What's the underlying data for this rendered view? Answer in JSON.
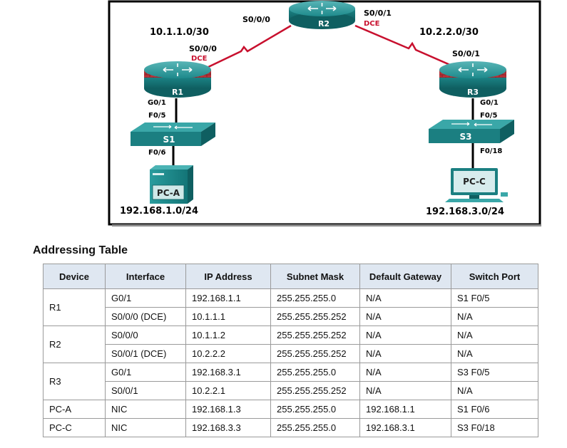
{
  "topology": {
    "devices": {
      "r1": "R1",
      "r2": "R2",
      "r3": "R3",
      "s1": "S1",
      "s3": "S3",
      "pca": "PC-A",
      "pcc": "PC-C"
    },
    "interfaces": {
      "r2_s000": "S0/0/0",
      "r2_s001": "S0/0/1",
      "r2_dce": "DCE",
      "r1_s000": "S0/0/0",
      "r1_dce": "DCE",
      "r3_s001": "S0/0/1",
      "r1_g01": "G0/1",
      "s1_f05": "F0/5",
      "s1_f06": "F0/6",
      "r3_g01": "G0/1",
      "s3_f05": "F0/5",
      "s3_f018": "F0/18"
    },
    "networks": {
      "net1": "10.1.1.0/30",
      "net2": "10.2.2.0/30",
      "lan_a": "192.168.1.0/24",
      "lan_c": "192.168.3.0/24"
    },
    "colors": {
      "serial_link": "#c8102e",
      "dce_label": "#c8102e",
      "router_teal": "#1f8f91",
      "frame": "#000000"
    }
  },
  "table": {
    "title": "Addressing Table",
    "headers": [
      "Device",
      "Interface",
      "IP Address",
      "Subnet Mask",
      "Default Gateway",
      "Switch Port"
    ],
    "groups": [
      {
        "device": "R1",
        "rows": [
          [
            "G0/1",
            "192.168.1.1",
            "255.255.255.0",
            "N/A",
            "S1 F0/5"
          ],
          [
            "S0/0/0 (DCE)",
            "10.1.1.1",
            "255.255.255.252",
            "N/A",
            "N/A"
          ]
        ]
      },
      {
        "device": "R2",
        "rows": [
          [
            "S0/0/0",
            "10.1.1.2",
            "255.255.255.252",
            "N/A",
            "N/A"
          ],
          [
            "S0/0/1 (DCE)",
            "10.2.2.2",
            "255.255.255.252",
            "N/A",
            "N/A"
          ]
        ]
      },
      {
        "device": "R3",
        "rows": [
          [
            "G0/1",
            "192.168.3.1",
            "255.255.255.0",
            "N/A",
            "S3 F0/5"
          ],
          [
            "S0/0/1",
            "10.2.2.1",
            "255.255.255.252",
            "N/A",
            "N/A"
          ]
        ]
      },
      {
        "device": "PC-A",
        "rows": [
          [
            "NIC",
            "192.168.1.3",
            "255.255.255.0",
            "192.168.1.1",
            "S1 F0/6"
          ]
        ]
      },
      {
        "device": "PC-C",
        "rows": [
          [
            "NIC",
            "192.168.3.3",
            "255.255.255.0",
            "192.168.3.1",
            "S3 F0/18"
          ]
        ]
      }
    ]
  }
}
